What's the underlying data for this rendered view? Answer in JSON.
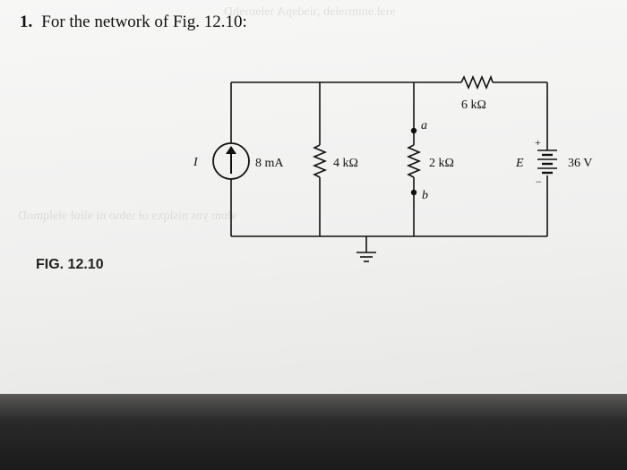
{
  "problem": {
    "number": "1.",
    "text": "For the network of Fig. 12.10:"
  },
  "figure": {
    "caption": "FIG. 12.10"
  },
  "circuit": {
    "current_source": {
      "symbol": "I",
      "value": "8 mA"
    },
    "resistor_4k": {
      "value": "4 kΩ"
    },
    "resistor_2k": {
      "value": "2 kΩ"
    },
    "resistor_6k": {
      "value": "6 kΩ"
    },
    "battery": {
      "symbol": "E",
      "value": "36 V",
      "plus": "+",
      "minus": "−"
    },
    "node_a": "a",
    "node_b": "b"
  },
  "colors": {
    "ink": "#111111",
    "paper": "#f2f2f1"
  }
}
